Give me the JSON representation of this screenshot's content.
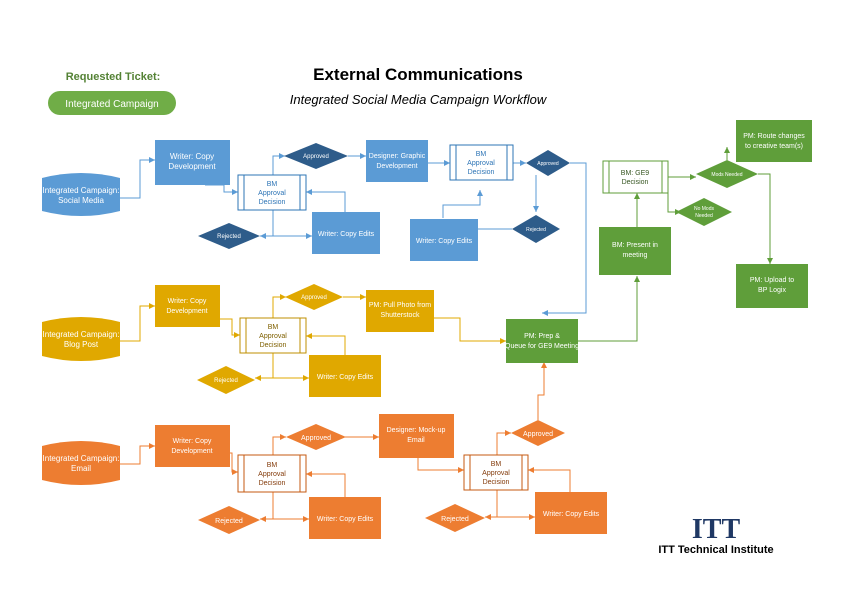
{
  "header": {
    "requested_label": "Requested Ticket:",
    "badge_label": "Integrated Campaign",
    "title": "External Communications",
    "subtitle": "Integrated Social Media Campaign Workflow"
  },
  "colors": {
    "blue": "#5b9bd5",
    "blue_dark": "#2e75b6",
    "blue_diamond": "#2e5c8a",
    "gold": "#e0a800",
    "gold_dark": "#bf8f00",
    "orange": "#ed7d31",
    "orange_dark": "#c55a11",
    "green": "#5f9e3a",
    "green_badge": "#70ad47",
    "green_text": "#548235"
  },
  "lanes": {
    "social": {
      "start": "Integrated Campaign: Social Media",
      "writer": "Writer: Copy Development",
      "approval": "BM Approval Decision",
      "approved": "Approved",
      "rejected": "Rejected",
      "edits": "Writer: Copy Edits",
      "designer": "Designer: Graphic Development",
      "approval2": "BM Approval Decision",
      "approved2": "Approved",
      "rejected2": "Rejected",
      "edits2": "Writer: Copy Edits"
    },
    "blog": {
      "start": "Integrated Campaign: Blog Post",
      "writer": "Writer: Copy Development",
      "approval": "BM Approval Decision",
      "approved": "Approved",
      "rejected": "Rejected",
      "edits": "Writer: Copy Edits",
      "pm_photo": "PM: Pull Photo from Shutterstock"
    },
    "email": {
      "start": "Integrated Campaign: Email",
      "writer": "Writer: Copy Development",
      "approval": "BM Approval Decision",
      "approved": "Approved",
      "rejected": "Rejected",
      "edits": "Writer: Copy Edits",
      "designer": "Designer: Mock-up Email",
      "approval2": "BM Approval Decision",
      "approved2": "Approved",
      "rejected2": "Rejected",
      "edits2": "Writer: Copy Edits"
    }
  },
  "final": {
    "pm_queue": "PM: Prep & Queue for GE9 Meeting",
    "bm_present": "BM: Present in meeting",
    "ge9": "BM: GE9 Decision",
    "mods_needed": "Mods Needed",
    "no_mods": "No Mods Needed",
    "route": "PM: Route changes to creative team(s)",
    "upload": "PM: Upload to BP Logix"
  },
  "logo": {
    "mark": "ITT",
    "name": "ITT Technical Institute"
  }
}
